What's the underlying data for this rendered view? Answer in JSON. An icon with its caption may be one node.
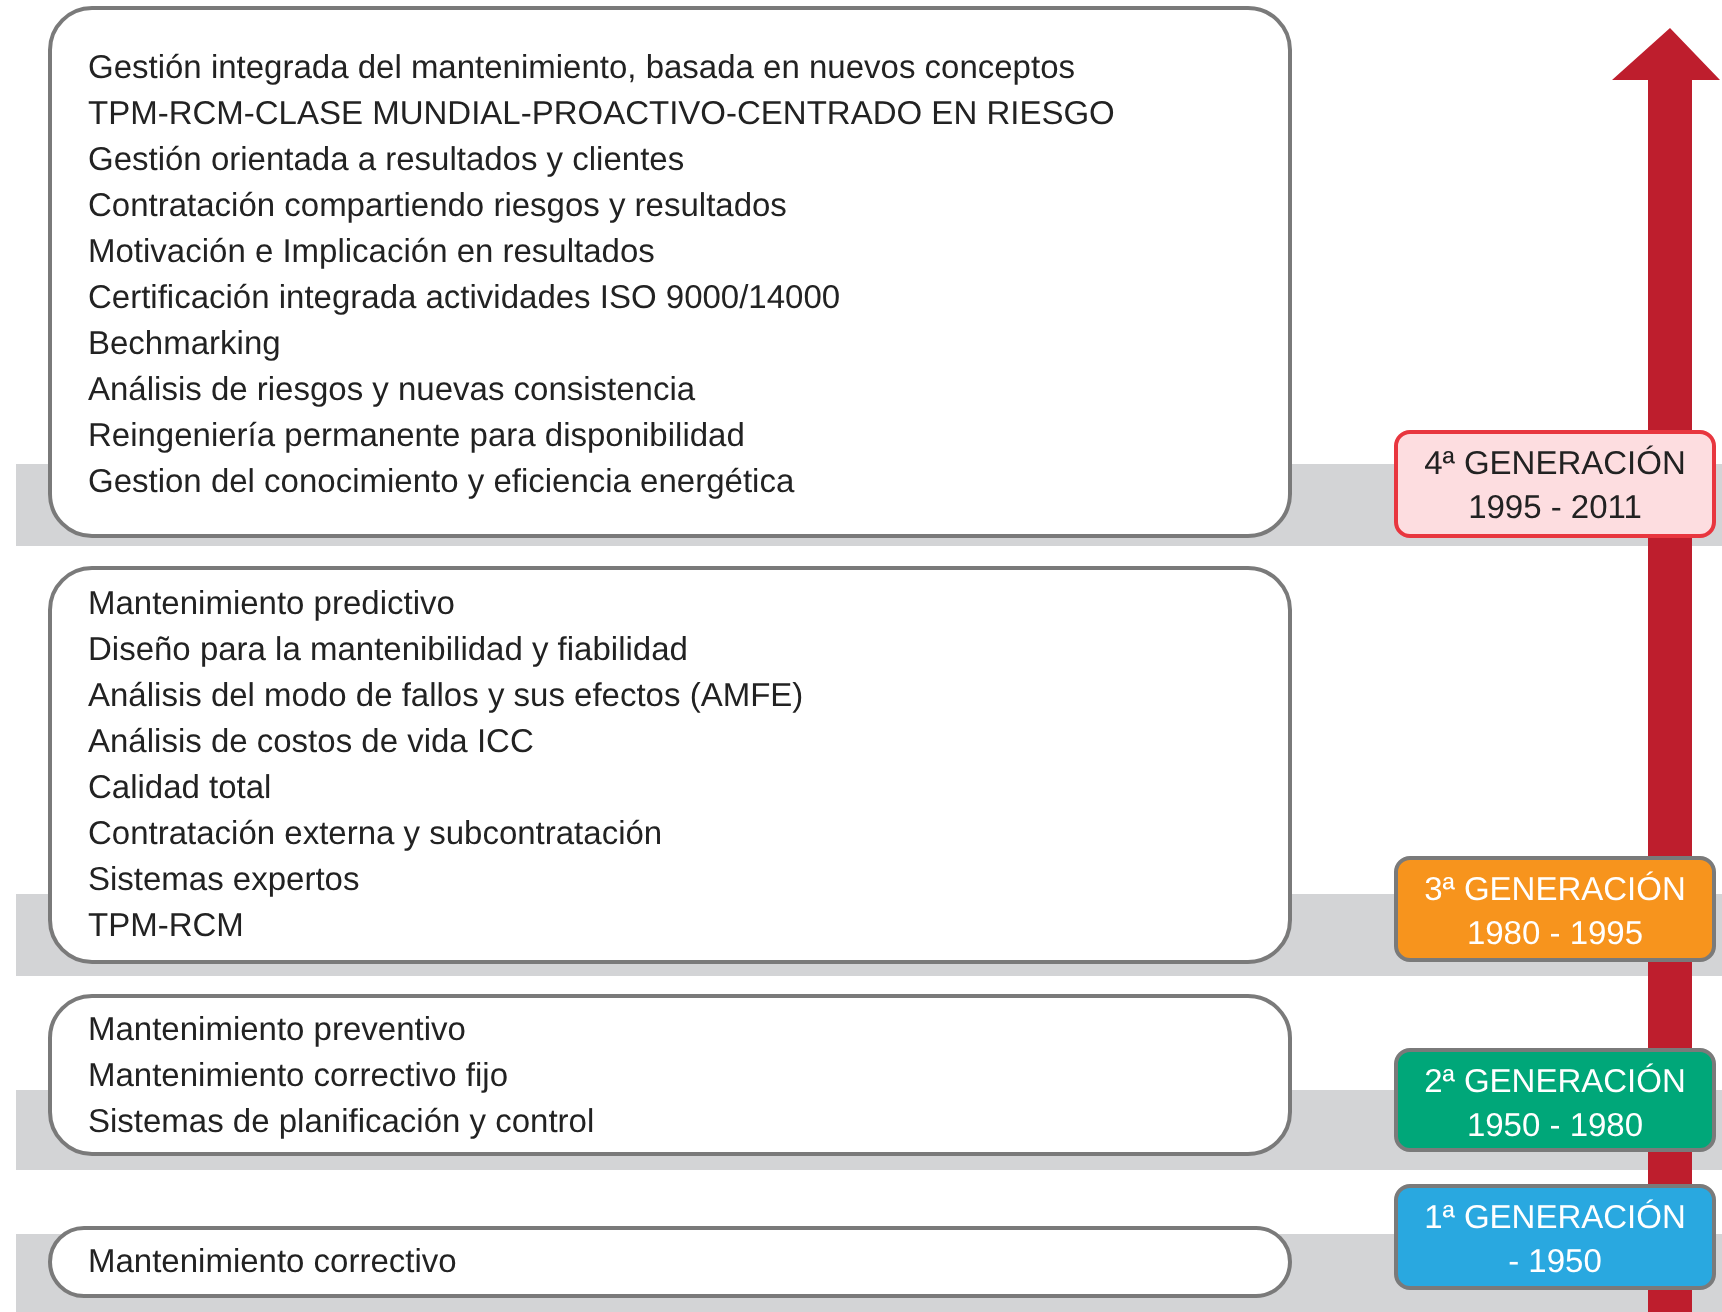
{
  "diagram": {
    "nodes": [
      {
        "text": [
          "Gestión integrada del mantenimiento, basada en nuevos conceptos",
          "TPM-RCM-CLASE MUNDIAL-PROACTIVO-CENTRADO EN RIESGO",
          "Gestión orientada a resultados y clientes",
          "Contratación compartiendo riesgos y resultados",
          "Motivación e Implicación en resultados",
          "Certificación integrada actividades ISO 9000/14000",
          "Bechmarking",
          "Análisis de riesgos y nuevas consistencia",
          "Reingeniería permanente para disponibilidad",
          "Gestion del conocimiento y eficiencia energética"
        ]
      },
      {
        "text": [
          "4ª GENERACIÓN",
          "1995 - 2011"
        ]
      },
      {
        "text": [
          "Mantenimiento predictivo",
          "Diseño para la mantenibilidad y fiabilidad",
          "Análisis del modo de fallos y sus efectos (AMFE)",
          "Análisis de costos de vida ICC",
          "Calidad total",
          "Contratación externa y subcontratación",
          "Sistemas expertos",
          "TPM-RCM"
        ]
      },
      {
        "text": [
          "3ª GENERACIÓN",
          "1980 - 1995"
        ]
      },
      {
        "text": [
          "Mantenimiento preventivo",
          "Mantenimiento correctivo fijo",
          "Sistemas de planificación y control"
        ]
      },
      {
        "text": [
          "2ª GENERACIÓN",
          "1950 - 1980"
        ]
      },
      {
        "text": [
          "Mantenimiento correctivo"
        ]
      },
      {
        "text": [
          "1ª GENERACIÓN",
          "- 1950"
        ]
      }
    ]
  }
}
